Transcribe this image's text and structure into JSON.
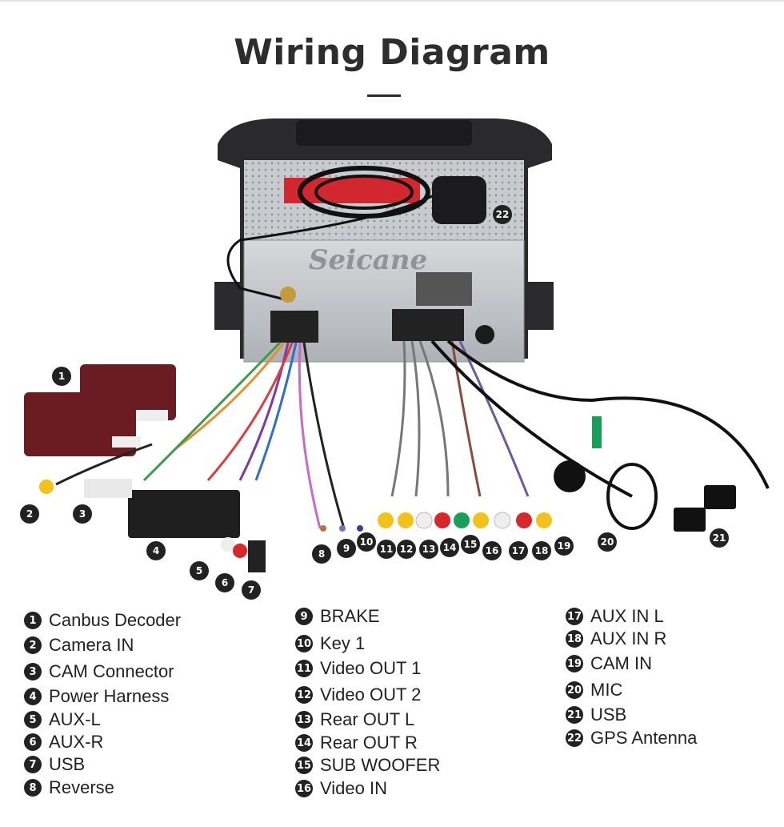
{
  "title": "Wiring Diagram",
  "brand_watermark": "Seicane",
  "callouts": [
    "1",
    "2",
    "3",
    "4",
    "5",
    "6",
    "7",
    "8",
    "9",
    "10",
    "11",
    "12",
    "13",
    "14",
    "15",
    "16",
    "17",
    "18",
    "19",
    "20",
    "21",
    "22"
  ],
  "legend": [
    {
      "num": "1",
      "label": "Canbus Decoder"
    },
    {
      "num": "2",
      "label": "Camera IN"
    },
    {
      "num": "3",
      "label": "CAM Connector"
    },
    {
      "num": "4",
      "label": "Power Harness"
    },
    {
      "num": "5",
      "label": "AUX-L"
    },
    {
      "num": "6",
      "label": "AUX-R"
    },
    {
      "num": "7",
      "label": "USB"
    },
    {
      "num": "8",
      "label": "Reverse"
    },
    {
      "num": "9",
      "label": "BRAKE"
    },
    {
      "num": "10",
      "label": "Key 1"
    },
    {
      "num": "11",
      "label": "Video OUT 1"
    },
    {
      "num": "12",
      "label": "Video OUT 2"
    },
    {
      "num": "13",
      "label": "Rear OUT L"
    },
    {
      "num": "14",
      "label": "Rear OUT R"
    },
    {
      "num": "15",
      "label": "SUB WOOFER"
    },
    {
      "num": "16",
      "label": "Video IN"
    },
    {
      "num": "17",
      "label": "AUX IN L"
    },
    {
      "num": "18",
      "label": "AUX IN R"
    },
    {
      "num": "19",
      "label": "CAM IN"
    },
    {
      "num": "20",
      "label": "MIC"
    },
    {
      "num": "21",
      "label": "USB"
    },
    {
      "num": "22",
      "label": "GPS Antenna"
    }
  ],
  "colors": {
    "title": "#2d2d2d",
    "badge": "#222222",
    "chassis": "#c9ccd0",
    "decoder": "#6b1c22",
    "rca_yellow": "#f2c21b",
    "rca_white": "#eeeeee",
    "rca_red": "#d8262b",
    "rca_green": "#18a05a"
  }
}
